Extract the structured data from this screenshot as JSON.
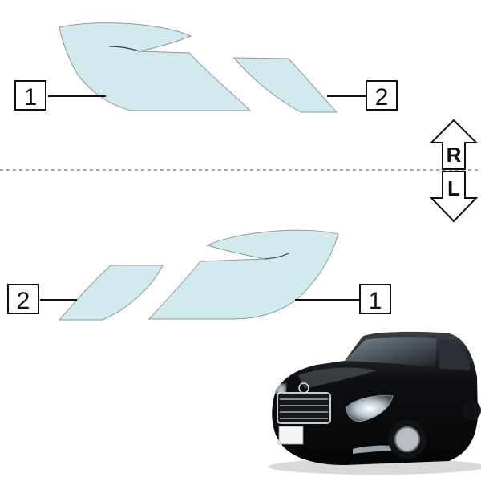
{
  "top_set": {
    "part_1_number": "1",
    "part_2_number": "2"
  },
  "bottom_set": {
    "part_1_number": "1",
    "part_2_number": "2"
  },
  "orientation": {
    "upper_label": "R",
    "lower_label": "L"
  },
  "car_photo": {
    "description_icon": "car-photo",
    "plate_text": ""
  },
  "colors": {
    "film": "#d2eaee",
    "outline": "#8a9aa0",
    "ink": "#111111"
  }
}
